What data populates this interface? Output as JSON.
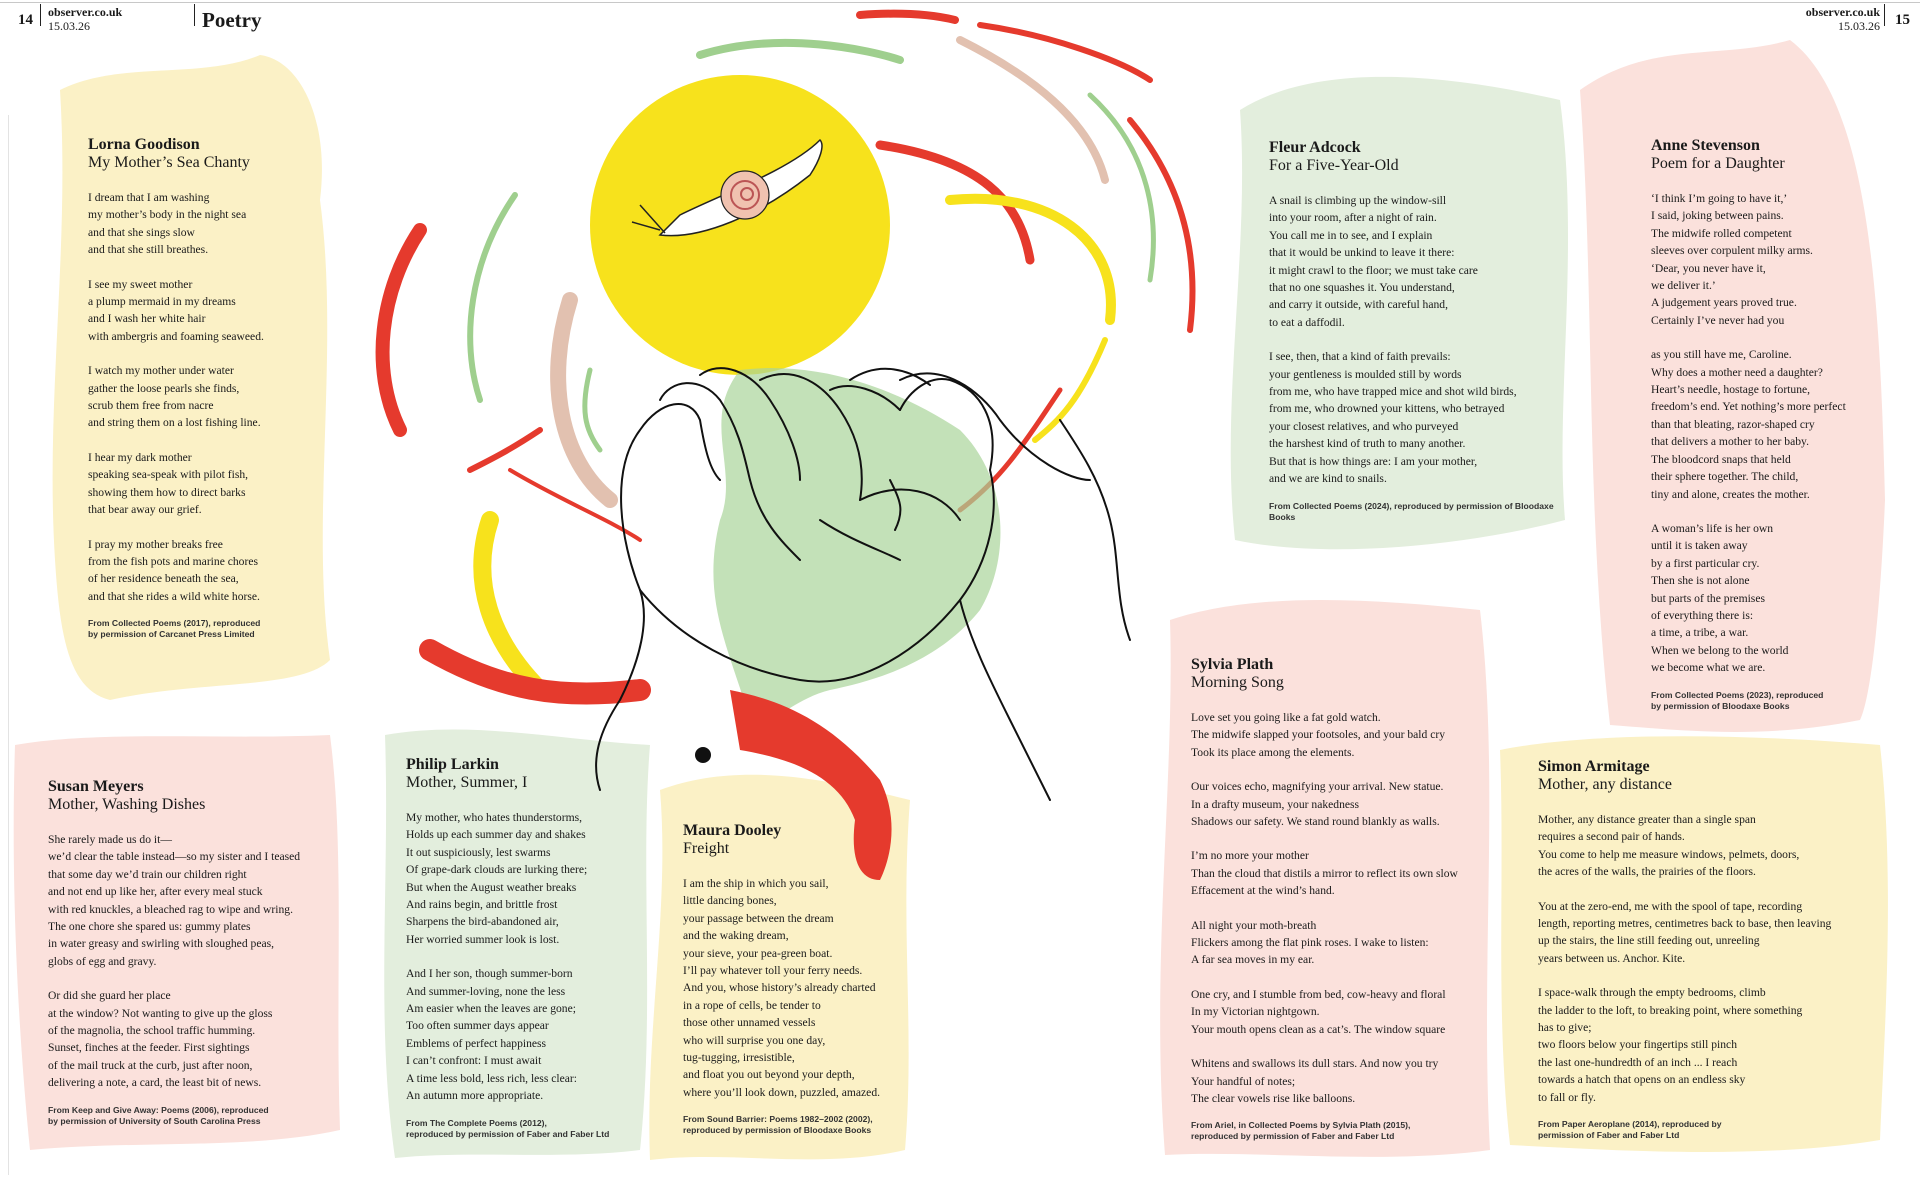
{
  "header": {
    "left_page": "14",
    "right_page": "15",
    "site": "observer.co.uk",
    "date": "15.03.26",
    "section": "Poetry"
  },
  "colors": {
    "yellow_wash": "#fbf1c6",
    "green_wash": "#e3eedd",
    "pink_wash": "#fbe1dc",
    "sun_yellow": "#f7e21c",
    "swirl_red": "#e53a2d",
    "swirl_green": "#9fcf8e",
    "swirl_tan": "#e2c1b0"
  },
  "poems": {
    "goodison": {
      "author": "Lorna Goodison",
      "title": "My Mother’s Sea Chanty",
      "stanzas": [
        "I dream that I am washing\nmy mother’s body in the night sea\nand that she sings slow\nand that she still breathes.",
        "I see my sweet mother\na plump mermaid in my dreams\nand I wash her white hair\nwith ambergris and foaming seaweed.",
        "I watch my mother under water\ngather the loose pearls she finds,\nscrub them free from nacre\nand string them on a lost fishing line.",
        "I hear my dark mother\nspeaking sea-speak with pilot fish,\nshowing them how to direct barks\nthat bear away our grief.",
        "I pray my mother breaks free\nfrom the fish pots and marine chores\nof her residence beneath the sea,\nand that she rides a wild white horse."
      ],
      "credit": "From Collected Poems (2017), reproduced\nby permission of Carcanet Press Limited"
    },
    "meyers": {
      "author": "Susan Meyers",
      "title": "Mother, Washing Dishes",
      "stanzas": [
        "                              She rarely made us do it—\nwe’d clear the table instead—so my sister and I teased\nthat some day we’d train our children right\nand not end up like her, after every meal stuck\nwith red knuckles, a bleached rag to wipe and wring.\nThe one chore she spared us: gummy plates\nin water greasy and swirling with sloughed peas,\nglobs of egg and gravy.",
        "                              Or did she guard her place\nat the window? Not wanting to give up the gloss\nof the magnolia, the school traffic humming.\nSunset, finches at the feeder. First sightings\nof the mail truck at the curb, just after noon,\ndelivering a note, a card, the least bit of news."
      ],
      "credit": "From Keep and Give Away: Poems (2006), reproduced\nby permission of University of South Carolina Press"
    },
    "larkin": {
      "author": "Philip Larkin",
      "title": "Mother, Summer, I",
      "stanzas": [
        "My mother, who hates thunderstorms,\nHolds up each summer day and shakes\nIt out suspiciously, lest swarms\nOf grape-dark clouds are lurking there;\nBut when the August weather breaks\nAnd rains begin, and brittle frost\nSharpens the bird-abandoned air,\nHer worried summer look is lost.",
        "And I her son, though summer-born\nAnd summer-loving, none the less\nAm easier when the leaves are gone;\nToo often summer days appear\nEmblems of perfect happiness\nI can’t confront: I must await\nA time less bold, less rich, less clear:\nAn autumn more appropriate."
      ],
      "credit": "From The Complete Poems (2012),\nreproduced by permission of Faber and Faber Ltd"
    },
    "dooley": {
      "author": "Maura Dooley",
      "title": "Freight",
      "stanzas": [
        "I am the ship in which you sail,\nlittle dancing bones,\nyour passage between the dream\nand the waking dream,\nyour sieve, your pea-green boat.\nI’ll pay whatever toll your ferry needs.\nAnd you, whose history’s already charted\nin a rope of cells, be tender to\nthose other unnamed vessels\nwho will surprise you one day,\ntug-tugging, irresistible,\nand float you out beyond your depth,\nwhere you’ll look down, puzzled, amazed."
      ],
      "credit": "From Sound Barrier: Poems 1982–2002 (2002),\nreproduced by permission of Bloodaxe Books"
    },
    "adcock": {
      "author": "Fleur Adcock",
      "title": "For a Five-Year-Old",
      "stanzas": [
        "A snail is climbing up the window-sill\ninto your room, after a night of rain.\nYou call me in to see, and I explain\nthat it would be unkind to leave it there:\nit might crawl to the floor; we must take care\nthat no one squashes it. You understand,\nand carry it outside, with careful hand,\nto eat a daffodil.",
        "I see, then, that a kind of faith prevails:\nyour gentleness is moulded still by words\nfrom me, who have trapped mice and shot wild birds,\nfrom me, who drowned your kittens, who betrayed\nyour closest relatives, and who purveyed\nthe harshest kind of truth to many another.\nBut that is how things are: I am your mother,\nand we are kind to snails."
      ],
      "credit": "From Collected Poems (2024), reproduced by permission of Bloodaxe Books"
    },
    "stevenson": {
      "author": "Anne Stevenson",
      "title": "Poem for a Daughter",
      "stanzas": [
        "‘I think I’m going to have it,’\nI said, joking between pains.\nThe midwife rolled competent\nsleeves over corpulent milky arms.\n‘Dear, you never have it,\nwe deliver it.’\nA judgement years proved true.\nCertainly I’ve never had you",
        "as you still have me, Caroline.\nWhy does a mother need a daughter?\nHeart’s needle, hostage to fortune,\nfreedom’s end. Yet nothing’s more perfect\nthan that bleating, razor-shaped cry\nthat delivers a mother to her baby.\nThe bloodcord snaps that held\ntheir sphere together. The child,\ntiny and alone, creates the mother.",
        "A woman’s life is her own\nuntil it is taken away\nby a first particular cry.\nThen she is not alone\nbut parts of the premises\nof everything there is:\na time, a tribe, a war.\nWhen we belong to the world\nwe become what we are."
      ],
      "credit": "From Collected Poems (2023), reproduced\nby permission of Bloodaxe Books"
    },
    "plath": {
      "author": "Sylvia Plath",
      "title": "Morning Song",
      "stanzas": [
        "Love set you going like a fat gold watch.\nThe midwife slapped your footsoles, and your bald cry\nTook its place among the elements.",
        "Our voices echo, magnifying your arrival. New statue.\nIn a drafty museum, your nakedness\nShadows our safety. We stand round blankly as walls.",
        "I’m no more your mother\nThan the cloud that distils a mirror to reflect its own slow\nEffacement at the wind’s hand.",
        "All night your moth-breath\nFlickers among the flat pink roses. I wake to listen:\nA far sea moves in my ear.",
        "One cry, and I stumble from bed, cow-heavy and floral\nIn my Victorian nightgown.\nYour mouth opens clean as a cat’s. The window square",
        "Whitens and swallows its dull stars. And now you try\nYour handful of notes;\nThe clear vowels rise like balloons."
      ],
      "credit": "From Ariel, in Collected Poems by Sylvia Plath (2015),\nreproduced by permission of Faber and Faber Ltd"
    },
    "armitage": {
      "author": "Simon Armitage",
      "title": "Mother, any distance",
      "stanzas": [
        "Mother, any distance greater than a single span\nrequires a second pair of hands.\nYou come to help me measure windows, pelmets, doors,\nthe acres of the walls, the prairies of the floors.",
        "You at the zero-end, me with the spool of tape, recording\nlength, reporting metres, centimetres back to base, then leaving\nup the stairs, the line still feeding out, unreeling\nyears between us. Anchor. Kite.",
        "I space-walk through the empty bedrooms, climb\nthe ladder to the loft, to breaking point, where something\nhas to give;\ntwo floors below your fingertips still pinch\nthe last one-hundredth of an inch ... I reach\ntowards a hatch that opens on an endless sky\nto fall or fly."
      ],
      "credit": "From Paper Aeroplane (2014), reproduced by\npermission of Faber and Faber Ltd"
    }
  }
}
